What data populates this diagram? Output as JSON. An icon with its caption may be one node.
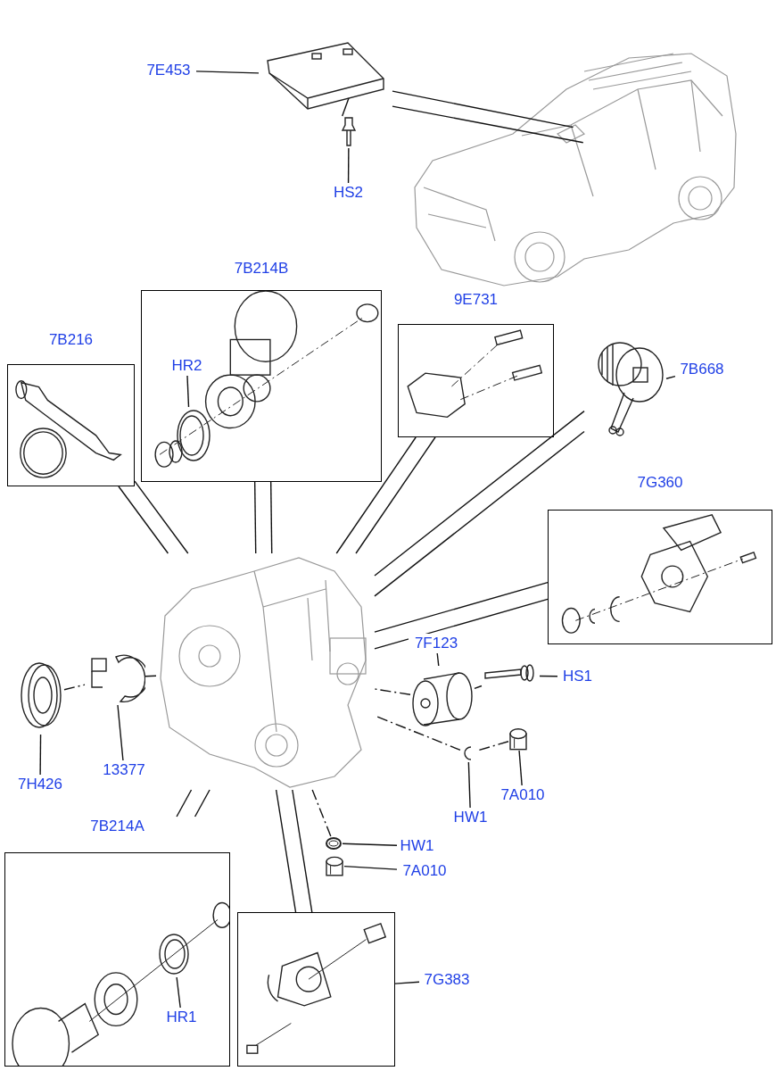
{
  "diagram": {
    "nodes": [
      {
        "text": [],
        "shape": "picture"
      },
      {
        "text": [],
        "shape": "picture"
      },
      {
        "text": [
          "7E453"
        ]
      },
      {
        "text": [],
        "shape": "picture"
      },
      {
        "text": [
          "HS2"
        ]
      },
      {
        "text": [
          "7B214B"
        ]
      },
      {
        "text": [
          "HR2"
        ],
        "in": 5
      },
      {
        "text": [],
        "shape": "picture",
        "in": 5
      },
      {
        "text": [
          "7B216"
        ]
      },
      {
        "text": [
          "9E731"
        ]
      },
      {
        "text": [],
        "shape": "picture"
      },
      {
        "text": [
          "7B668"
        ]
      },
      {
        "text": [
          "7G360"
        ]
      },
      {
        "text": [],
        "shape": "picture"
      },
      {
        "text": [],
        "shape": "picture"
      },
      {
        "text": [
          "7H426"
        ]
      },
      {
        "text": [],
        "shape": "picture"
      },
      {
        "text": [
          "13377"
        ]
      },
      {
        "text": [
          "7F123"
        ]
      },
      {
        "text": [],
        "shape": "picture"
      },
      {
        "text": [],
        "shape": "picture"
      },
      {
        "text": [
          "HS1"
        ]
      },
      {
        "text": [],
        "shape": "picture"
      },
      {
        "text": [
          "HW1"
        ]
      },
      {
        "text": [],
        "shape": "box"
      },
      {
        "text": [
          "7A010"
        ]
      },
      {
        "text": [],
        "shape": "circle"
      },
      {
        "text": [
          "HW1"
        ]
      },
      {
        "text": [],
        "shape": "box"
      },
      {
        "text": [
          "7A010"
        ]
      },
      {
        "text": [
          "7B214A"
        ]
      },
      {
        "text": [
          "HR1"
        ],
        "in": 30
      },
      {
        "text": [],
        "shape": "picture",
        "in": 30
      },
      {
        "text": [],
        "shape": "box"
      },
      {
        "text": [
          "7G383"
        ]
      }
    ],
    "edges": [
      {
        "from": 2,
        "to": 1,
        "arrow": "none"
      },
      {
        "from": 1,
        "to": 0,
        "arrow": "none"
      },
      {
        "from": 1,
        "to": 0,
        "arrow": "none"
      },
      {
        "from": 4,
        "to": 3,
        "arrow": "none"
      },
      {
        "from": 3,
        "to": 1,
        "arrow": "none"
      },
      {
        "from": 6,
        "to": 7,
        "arrow": "none"
      },
      {
        "from": 5,
        "to": 13,
        "arrow": "none"
      },
      {
        "from": 5,
        "to": 13,
        "arrow": "none"
      },
      {
        "from": 8,
        "to": 13,
        "arrow": "none"
      },
      {
        "from": 8,
        "to": 13,
        "arrow": "none"
      },
      {
        "from": 9,
        "to": 13,
        "arrow": "none"
      },
      {
        "from": 9,
        "to": 13,
        "arrow": "none"
      },
      {
        "from": 10,
        "to": 13,
        "arrow": "none"
      },
      {
        "from": 10,
        "to": 13,
        "arrow": "none"
      },
      {
        "from": 12,
        "to": 13,
        "arrow": "none"
      },
      {
        "from": 12,
        "to": 13,
        "arrow": "none"
      },
      {
        "from": 11,
        "to": 10,
        "arrow": "none"
      },
      {
        "from": 15,
        "to": 14,
        "arrow": "none"
      },
      {
        "from": 17,
        "to": 16,
        "arrow": "none"
      },
      {
        "from": 14,
        "to": 16,
        "arrow": "none",
        "style": "dashed"
      },
      {
        "from": 16,
        "to": 13,
        "arrow": "none",
        "style": "dashed"
      },
      {
        "from": 18,
        "to": 19,
        "arrow": "none"
      },
      {
        "from": 21,
        "to": 20,
        "arrow": "none"
      },
      {
        "from": 20,
        "to": 19,
        "arrow": "none",
        "style": "dashed"
      },
      {
        "from": 19,
        "to": 13,
        "arrow": "none",
        "style": "dashed"
      },
      {
        "from": 23,
        "to": 22,
        "arrow": "none"
      },
      {
        "from": 25,
        "to": 24,
        "arrow": "none"
      },
      {
        "from": 24,
        "to": 22,
        "arrow": "none",
        "style": "dashed"
      },
      {
        "from": 22,
        "to": 13,
        "arrow": "none",
        "style": "dashed"
      },
      {
        "from": 27,
        "to": 26,
        "arrow": "none"
      },
      {
        "from": 29,
        "to": 28,
        "arrow": "none"
      },
      {
        "from": 26,
        "to": 13,
        "arrow": "none",
        "style": "dashed"
      },
      {
        "from": 31,
        "to": 32,
        "arrow": "none"
      },
      {
        "from": 30,
        "to": 13,
        "arrow": "none"
      },
      {
        "from": 30,
        "to": 13,
        "arrow": "none"
      },
      {
        "from": 33,
        "to": 13,
        "arrow": "none"
      },
      {
        "from": 33,
        "to": 13,
        "arrow": "none"
      },
      {
        "from": 34,
        "to": 33,
        "arrow": "none"
      }
    ]
  }
}
